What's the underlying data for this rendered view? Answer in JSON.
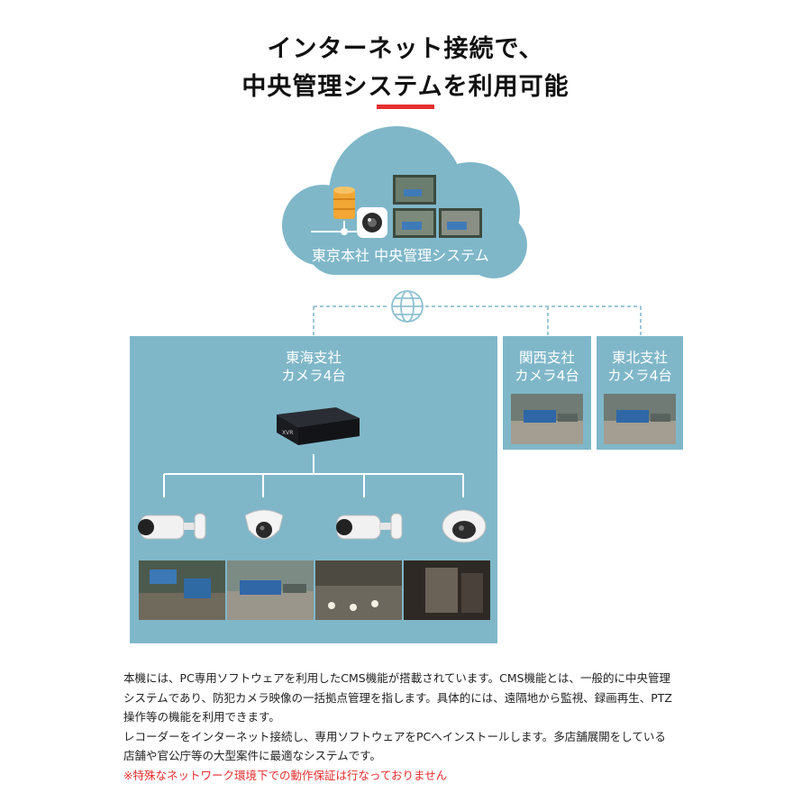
{
  "header": {
    "title_line1": "インターネット接続で、",
    "title_line2": "中央管理システムを利用可能",
    "accent_color": "#e52e2e"
  },
  "cloud": {
    "label": "東京本社 中央管理システム",
    "color": "#7fb7c9",
    "icons": [
      "database-icon",
      "camera-lens-icon",
      "monitor-grid-icon"
    ]
  },
  "network": {
    "icon": "globe-icon"
  },
  "branches": {
    "tokai": {
      "line1": "東海支社",
      "line2": "カメラ4台"
    },
    "kansai": {
      "line1": "関西支社",
      "line2": "カメラ4台"
    },
    "tohoku": {
      "line1": "東北支社",
      "line2": "カメラ4台"
    }
  },
  "recorder": {
    "label": "XVR"
  },
  "cameras": [
    "bullet-camera-icon",
    "dome-camera-icon",
    "bullet-camera-icon",
    "dome-camera-icon"
  ],
  "description": {
    "line1": "本機には、PC専用ソフトウェアを利用したCMS機能が搭載されています。CMS機能とは、一般的に中央管理",
    "line2": "システムであり、防犯カメラ映像の一括拠点管理を指します。具体的には、遠隔地から監視、録画再生、PTZ",
    "line3": "操作等の機能を利用できます。",
    "line4": "レコーダーをインターネット接続し、専用ソフトウェアをPCへインストールします。多店舗展開をしている",
    "line5": "店舗や官公庁等の大型案件に最適なシステムです。",
    "note": "※特殊なネットワーク環境下での動作保証は行なっておりません"
  }
}
